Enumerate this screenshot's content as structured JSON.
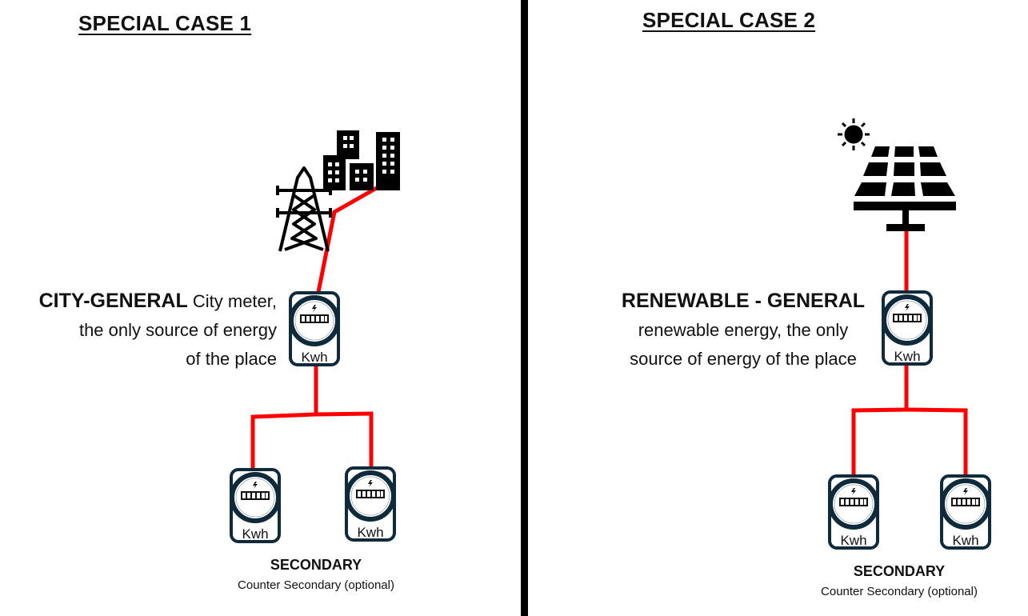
{
  "case1": {
    "title": "SPECIAL CASE 1",
    "general_label_bold": "CITY-GENERAL",
    "general_label_rest": " City meter,",
    "general_line2": "the only source of energy",
    "general_line3": "of the place",
    "secondary_title": "SECONDARY",
    "secondary_subtitle": "Counter Secondary (optional)",
    "source_icons": [
      "transmission-tower-icon",
      "city-buildings-icon"
    ]
  },
  "case2": {
    "title": "SPECIAL CASE 2",
    "general_label_bold": "RENEWABLE - GENERAL",
    "general_line2": "renewable energy, the only",
    "general_line3": "source of energy of the place",
    "secondary_title": "SECONDARY",
    "secondary_subtitle": "Counter Secondary (optional)",
    "source_icons": [
      "sun-icon",
      "solar-panel-icon"
    ]
  },
  "meter_unit": "Kwh",
  "colors": {
    "wire": "#ff0000",
    "meter": "#0f2a3a",
    "ink": "#000000"
  }
}
